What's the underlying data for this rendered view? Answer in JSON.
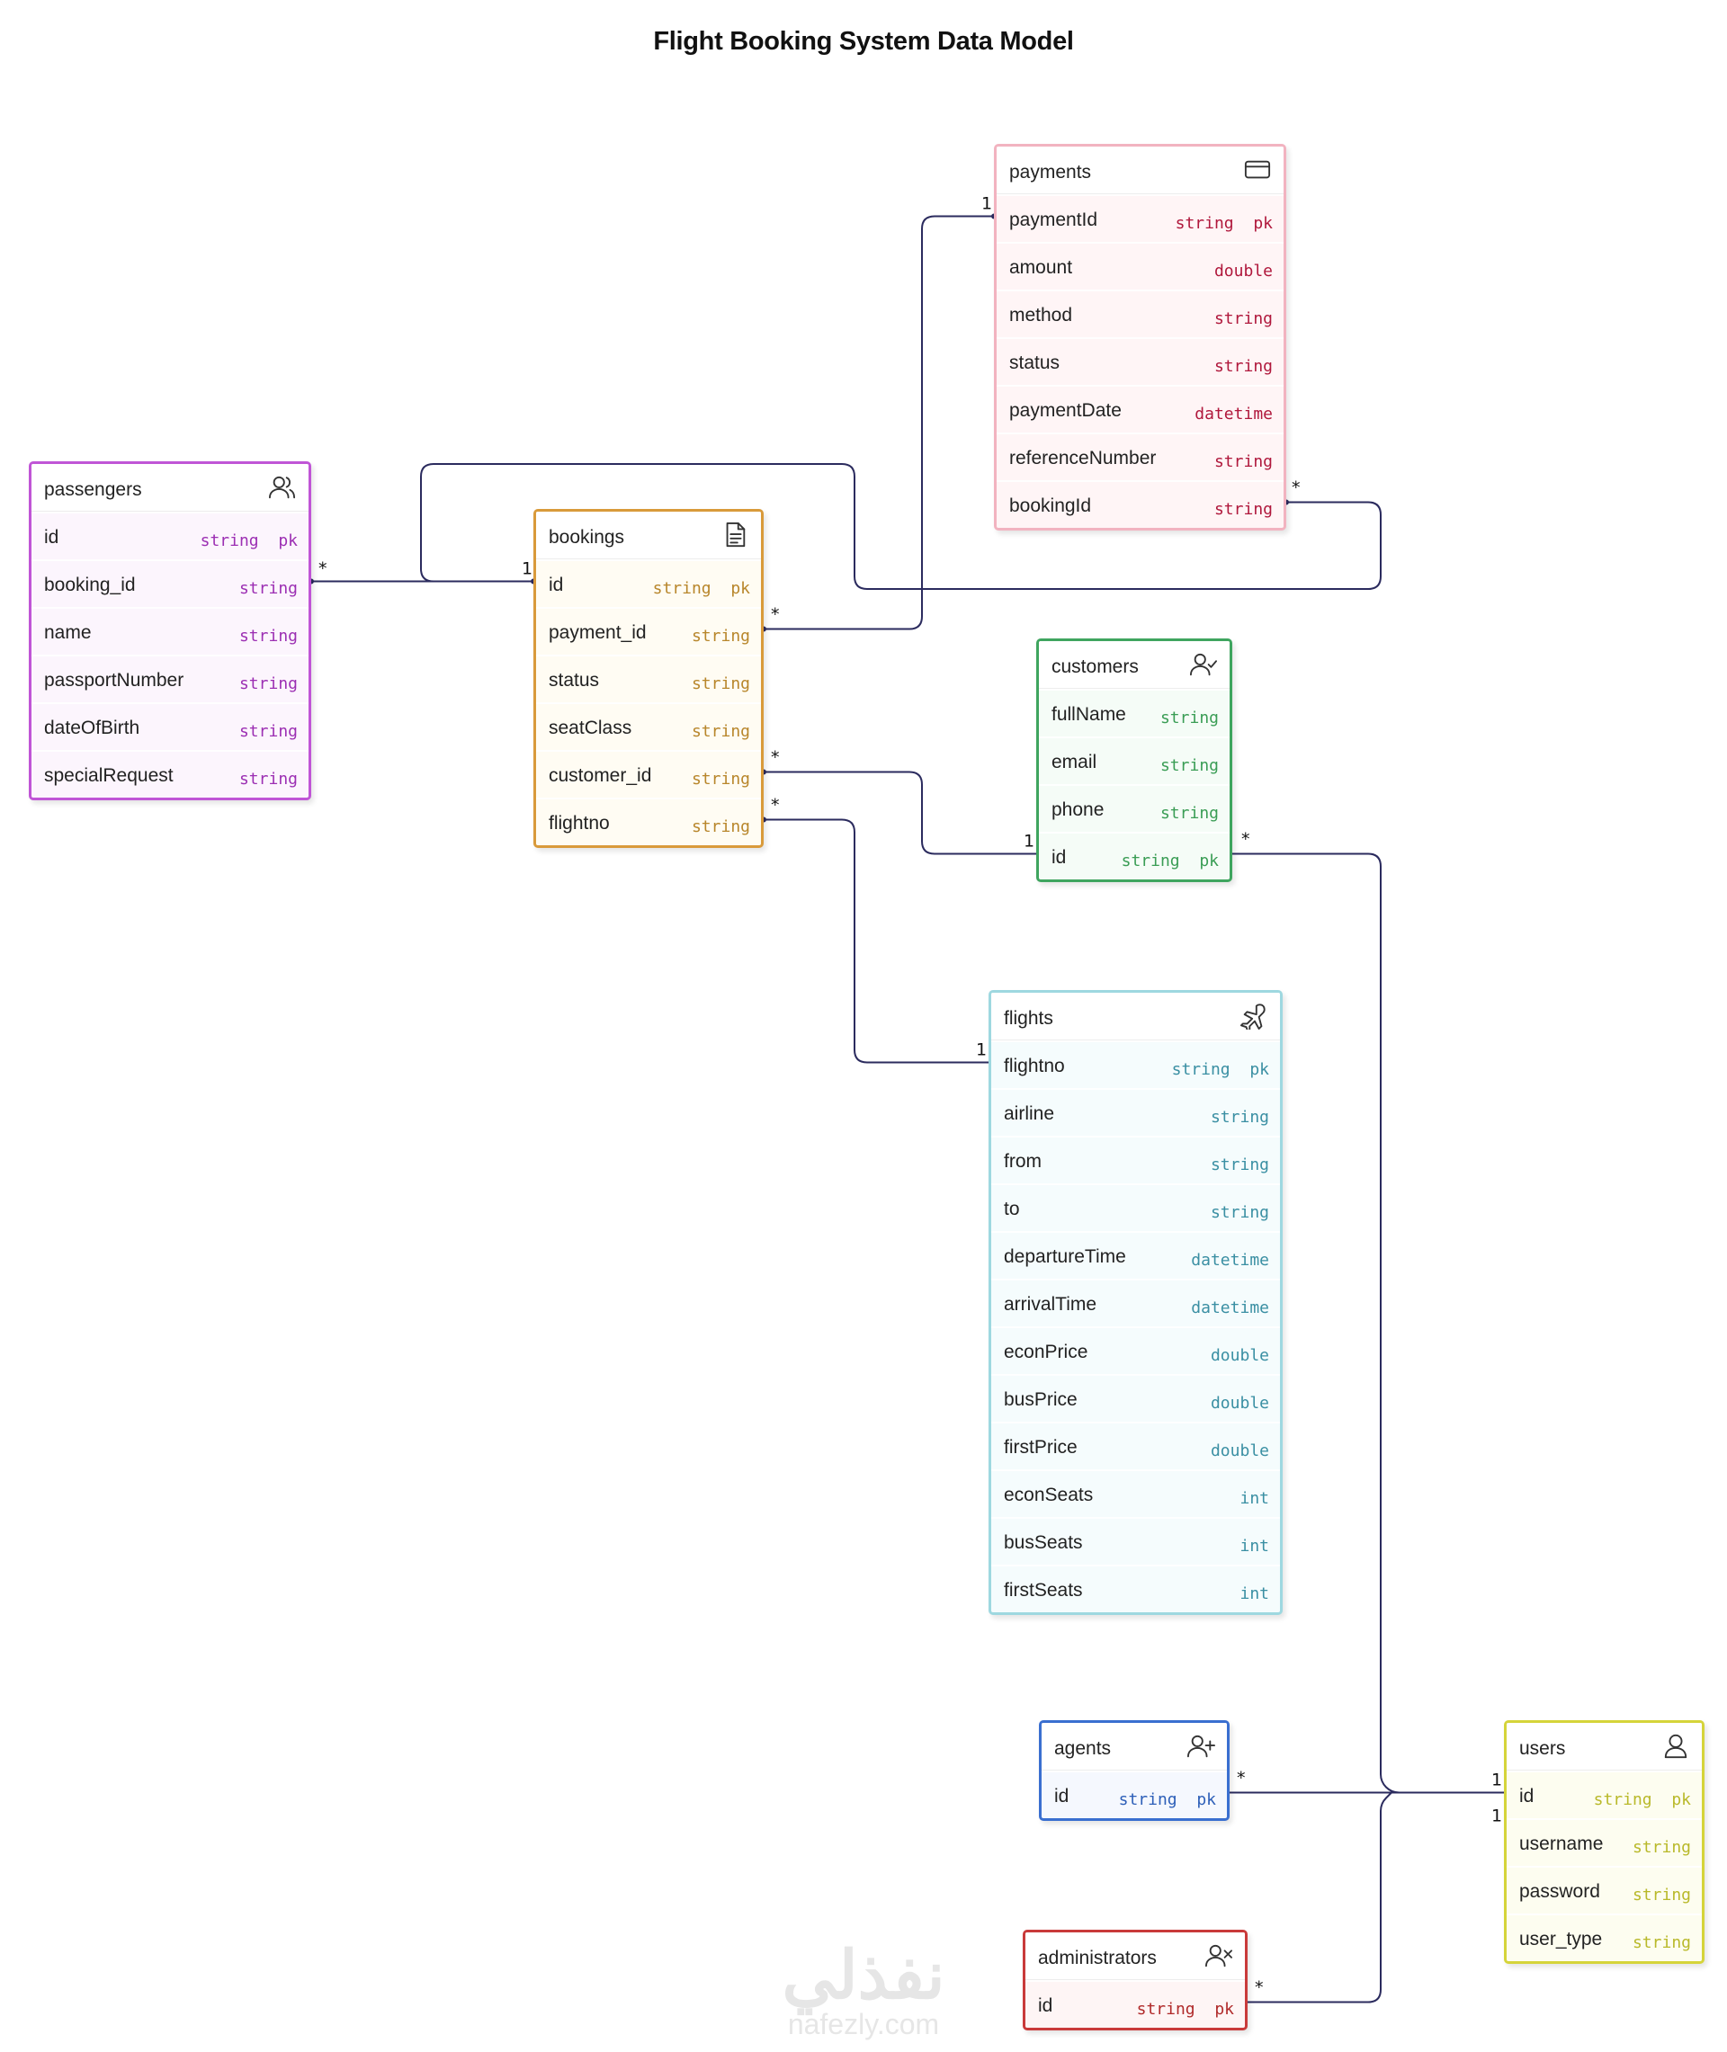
{
  "title": "Flight Booking System Data Model",
  "tables": [
    {
      "id": "payments",
      "name": "payments",
      "icon": "credit-card-icon",
      "colors": {
        "border": "#f2b3c0",
        "bg": "#fff5f6",
        "type": "#b0183c"
      },
      "fields": [
        {
          "name": "paymentId",
          "type": "string",
          "pk": true
        },
        {
          "name": "amount",
          "type": "double",
          "pk": false
        },
        {
          "name": "method",
          "type": "string",
          "pk": false
        },
        {
          "name": "status",
          "type": "string",
          "pk": false
        },
        {
          "name": "paymentDate",
          "type": "datetime",
          "pk": false
        },
        {
          "name": "referenceNumber",
          "type": "string",
          "pk": false
        },
        {
          "name": "bookingId",
          "type": "string",
          "pk": false
        }
      ]
    },
    {
      "id": "passengers",
      "name": "passengers",
      "icon": "users-icon",
      "colors": {
        "border": "#c055d6",
        "bg": "#fcf5fd",
        "type": "#9c2fb3"
      },
      "fields": [
        {
          "name": "id",
          "type": "string",
          "pk": true
        },
        {
          "name": "booking_id",
          "type": "string",
          "pk": false
        },
        {
          "name": "name",
          "type": "string",
          "pk": false
        },
        {
          "name": "passportNumber",
          "type": "string",
          "pk": false
        },
        {
          "name": "dateOfBirth",
          "type": "string",
          "pk": false
        },
        {
          "name": "specialRequest",
          "type": "string",
          "pk": false
        }
      ]
    },
    {
      "id": "bookings",
      "name": "bookings",
      "icon": "document-icon",
      "colors": {
        "border": "#d99a3a",
        "bg": "#fffcf3",
        "type": "#b8862b"
      },
      "fields": [
        {
          "name": "id",
          "type": "string",
          "pk": true
        },
        {
          "name": "payment_id",
          "type": "string",
          "pk": false
        },
        {
          "name": "status",
          "type": "string",
          "pk": false
        },
        {
          "name": "seatClass",
          "type": "string",
          "pk": false
        },
        {
          "name": "customer_id",
          "type": "string",
          "pk": false
        },
        {
          "name": "flightno",
          "type": "string",
          "pk": false
        }
      ]
    },
    {
      "id": "customers",
      "name": "customers",
      "icon": "user-check-icon",
      "colors": {
        "border": "#3fa55f",
        "bg": "#f5fcf7",
        "type": "#3a9d55"
      },
      "fields": [
        {
          "name": "fullName",
          "type": "string",
          "pk": false
        },
        {
          "name": "email",
          "type": "string",
          "pk": false
        },
        {
          "name": "phone",
          "type": "string",
          "pk": false
        },
        {
          "name": "id",
          "type": "string",
          "pk": true
        }
      ]
    },
    {
      "id": "flights",
      "name": "flights",
      "icon": "plane-icon",
      "colors": {
        "border": "#9ed8e0",
        "bg": "#f5fcfd",
        "type": "#3a8fa3"
      },
      "fields": [
        {
          "name": "flightno",
          "type": "string",
          "pk": true
        },
        {
          "name": "airline",
          "type": "string",
          "pk": false
        },
        {
          "name": "from",
          "type": "string",
          "pk": false
        },
        {
          "name": "to",
          "type": "string",
          "pk": false
        },
        {
          "name": "departureTime",
          "type": "datetime",
          "pk": false
        },
        {
          "name": "arrivalTime",
          "type": "datetime",
          "pk": false
        },
        {
          "name": "econPrice",
          "type": "double",
          "pk": false
        },
        {
          "name": "busPrice",
          "type": "double",
          "pk": false
        },
        {
          "name": "firstPrice",
          "type": "double",
          "pk": false
        },
        {
          "name": "econSeats",
          "type": "int",
          "pk": false
        },
        {
          "name": "busSeats",
          "type": "int",
          "pk": false
        },
        {
          "name": "firstSeats",
          "type": "int",
          "pk": false
        }
      ]
    },
    {
      "id": "agents",
      "name": "agents",
      "icon": "user-plus-icon",
      "colors": {
        "border": "#3a6fd0",
        "bg": "#f5f8fe",
        "type": "#2d5fb8"
      },
      "fields": [
        {
          "name": "id",
          "type": "string",
          "pk": true
        }
      ]
    },
    {
      "id": "users",
      "name": "users",
      "icon": "user-icon",
      "colors": {
        "border": "#d5d43a",
        "bg": "#fdfdf0",
        "type": "#b9b92a"
      },
      "fields": [
        {
          "name": "id",
          "type": "string",
          "pk": true
        },
        {
          "name": "username",
          "type": "string",
          "pk": false
        },
        {
          "name": "password",
          "type": "string",
          "pk": false
        },
        {
          "name": "user_type",
          "type": "string",
          "pk": false
        }
      ]
    },
    {
      "id": "administrators",
      "name": "administrators",
      "icon": "user-x-icon",
      "colors": {
        "border": "#c93a3a",
        "bg": "#fef5f5",
        "type": "#b02a2a"
      },
      "fields": [
        {
          "name": "id",
          "type": "string",
          "pk": true
        }
      ]
    }
  ],
  "relationships": [
    {
      "from": "passengers.booking_id",
      "from_card": "*",
      "to": "bookings.id",
      "to_card": "1"
    },
    {
      "from": "payments.bookingId",
      "from_card": "*",
      "to": "bookings.id",
      "to_card": "1"
    },
    {
      "from": "bookings.payment_id",
      "from_card": "*",
      "to": "payments.paymentId",
      "to_card": "1"
    },
    {
      "from": "bookings.customer_id",
      "from_card": "*",
      "to": "customers.id",
      "to_card": "1"
    },
    {
      "from": "bookings.flightno",
      "from_card": "*",
      "to": "flights.flightno",
      "to_card": "1"
    },
    {
      "from": "customers.id",
      "from_card": "*",
      "to": "users.id",
      "to_card": "1"
    },
    {
      "from": "agents.id",
      "from_card": "*",
      "to": "users.id",
      "to_card": "1"
    },
    {
      "from": "administrators.id",
      "from_card": "*",
      "to": "users.id",
      "to_card": "1"
    }
  ],
  "line_color": "#2b2b5e",
  "watermark": {
    "arabic": "نفذلي",
    "latin": "nafezly.com"
  }
}
